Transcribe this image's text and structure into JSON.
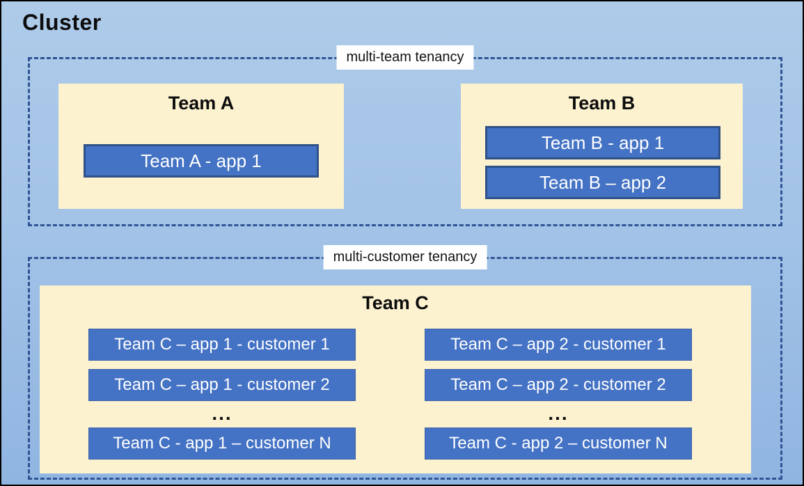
{
  "diagram": {
    "title": "Cluster",
    "zones": [
      {
        "label": "multi-team tenancy",
        "teams": [
          {
            "name": "Team A",
            "apps": [
              "Team A - app 1"
            ]
          },
          {
            "name": "Team B",
            "apps": [
              "Team B - app 1",
              "Team B – app 2"
            ]
          }
        ]
      },
      {
        "label": "multi-customer tenancy",
        "teams": [
          {
            "name": "Team C",
            "columns": [
              {
                "apps": [
                  "Team C – app 1 - customer 1",
                  "Team C – app 1 - customer 2"
                ],
                "ellipsis": "...",
                "last_app": "Team C - app 1 – customer N"
              },
              {
                "apps": [
                  "Team C – app 2 - customer 1",
                  "Team C – app 2 - customer 2"
                ],
                "ellipsis": "...",
                "last_app": "Team C - app 2 – customer N"
              }
            ]
          }
        ]
      }
    ],
    "colors": {
      "canvas_top": "#AECBE9",
      "canvas_bottom": "#90B5E1",
      "panel_cream": "#FDF2D0",
      "app_blue": "#4472C4",
      "app_border_navy": "#2E5187",
      "dashed_border": "#2F5494",
      "label_background": "#FFFFFF",
      "title_text": "#0D0D0D",
      "app_text": "#FFFFFF",
      "outer_border": "#000000"
    }
  }
}
